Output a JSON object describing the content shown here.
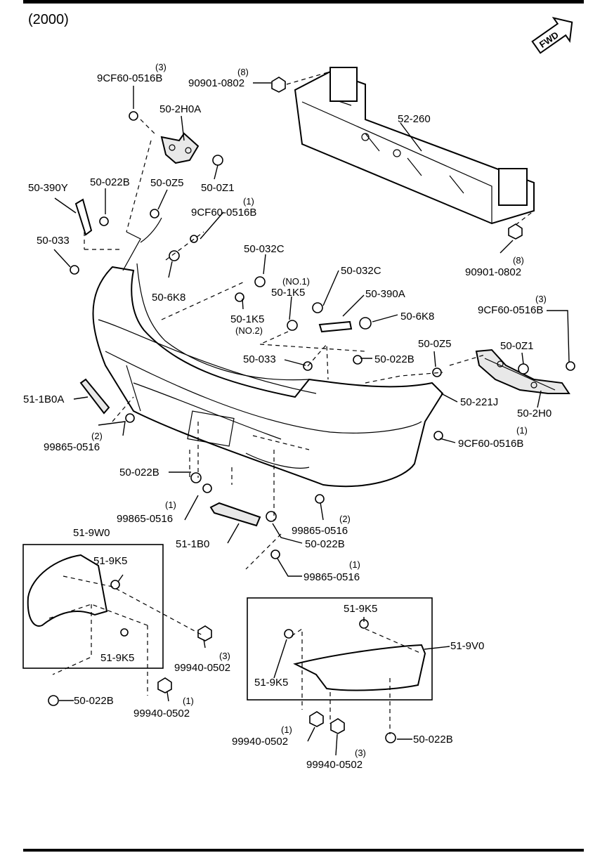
{
  "header": {
    "year": "(2000)"
  },
  "fwd_badge": "FWD",
  "callouts": {
    "qty_a": "(3)",
    "pn_a": "9CF60-0516B",
    "qty_b": "(8)",
    "pn_b": "90901-0802",
    "pn_c": "50-2H0A",
    "pn_d": "52-260",
    "pn_e": "50-0Z1",
    "pn_f": "50-390Y",
    "pn_g": "50-022B",
    "pn_h": "50-0Z5",
    "qty_i": "(1)",
    "pn_i": "9CF60-0516B",
    "pn_j": "50-033",
    "qty_k": "(8)",
    "pn_k": "90901-0802",
    "pn_l": "50-032C",
    "pn_m": "50-032C",
    "note_n": "(NO.1)",
    "pn_n": "50-1K5",
    "pn_o": "50-390A",
    "pn_p": "50-6K8",
    "qty_q": "(3)",
    "pn_q": "9CF60-0516B",
    "pn_r": "50-6K8",
    "pn_s": "50-1K5",
    "note_s": "(NO.2)",
    "pn_t": "50-0Z5",
    "pn_u": "50-0Z1",
    "pn_v": "50-033",
    "pn_w": "50-022B",
    "pn_x": "51-1B0A",
    "pn_y": "50-221J",
    "pn_z": "50-2H0",
    "qty_aa": "(2)",
    "pn_aa": "99865-0516",
    "qty_ab": "(1)",
    "pn_ab": "9CF60-0516B",
    "pn_ac": "50-022B",
    "qty_ad": "(1)",
    "pn_ad": "99865-0516",
    "qty_ae": "(2)",
    "pn_ae": "99865-0516",
    "pn_af": "51-9W0",
    "pn_ag": "51-1B0",
    "pn_ah": "50-022B",
    "qty_ai": "(1)",
    "pn_ai": "99865-0516",
    "pn_aj": "51-9K5",
    "pn_ak": "51-9K5",
    "qty_al": "(3)",
    "pn_al": "99940-0502",
    "pn_am": "50-022B",
    "qty_an": "(1)",
    "pn_an": "99940-0502",
    "pn_ao": "51-9K5",
    "pn_ap": "51-9V0",
    "pn_aq": "51-9K5",
    "qty_ar": "(1)",
    "pn_ar": "99940-0502",
    "pn_as": "50-022B",
    "qty_at": "(3)",
    "pn_at": "99940-0502"
  }
}
